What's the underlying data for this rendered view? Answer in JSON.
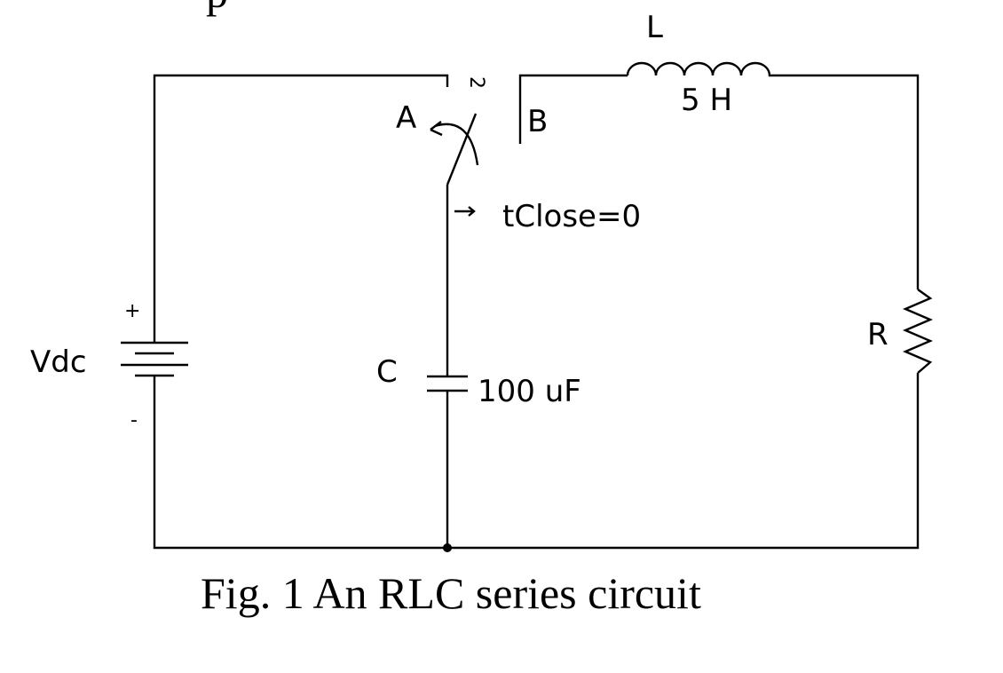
{
  "header_fragment": "p",
  "labels": {
    "vdc": "Vdc",
    "plus": "+",
    "minus": "-",
    "switch_a": "A",
    "switch_b": "B",
    "switch_pos": "2",
    "tclose": "tClose=0",
    "capacitor": "C",
    "capacitor_value": "100 uF",
    "inductor": "L",
    "inductor_value": "5 H",
    "resistor": "R"
  },
  "caption": "Fig. 1 An RLC series circuit"
}
